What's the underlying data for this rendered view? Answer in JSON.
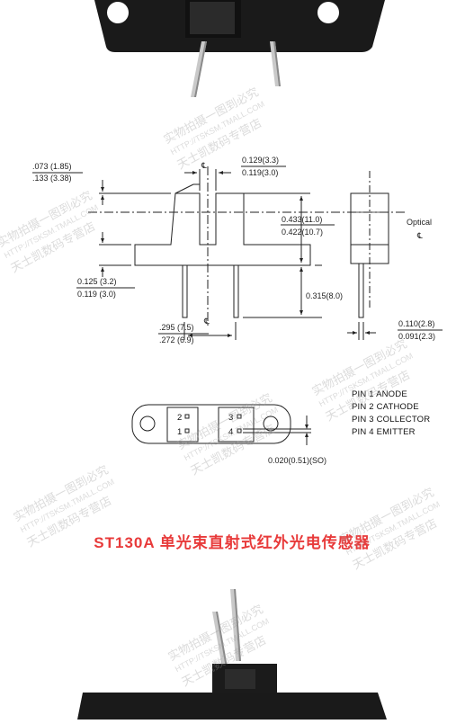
{
  "colors": {
    "caption": "#e83a3a",
    "drawing": "#222222",
    "product": "#1a1a1a"
  },
  "dimensions": {
    "top_left_a": ".073 (1.85)",
    "top_left_b": ".133 (3.38)",
    "slot_a": "0.129(3.3)",
    "slot_b": "0.119(3.0)",
    "body_h_a": "0.433(11.0)",
    "body_h_b": "0.422(10.7)",
    "base_a": "0.125 (3.2)",
    "base_b": "0.119 (3.0)",
    "lead_len": "0.315(8.0)",
    "pitch_a": ".295 (7.5)",
    "pitch_b": ".272 (6.9)",
    "lead_w_a": "0.110(2.8)",
    "lead_w_b": "0.091(2.3)",
    "pad": "0.020(0.51)(SO)"
  },
  "optical_label": "Optical",
  "centerline_symbol": "℄",
  "pin_digits": [
    "2",
    "1",
    "3",
    "4"
  ],
  "pins": [
    "PIN 1 ANODE",
    "PIN 2 CATHODE",
    "PIN 3 COLLECTOR",
    "PIN 4 EMITTER"
  ],
  "caption": "ST130A 单光束直射式红外光电传感器",
  "watermark": {
    "shop": "天士凯数码专营店",
    "url": "HTTP://TSKSM.TMALL.COM",
    "slogan": "实物拍摄一图到必究"
  }
}
